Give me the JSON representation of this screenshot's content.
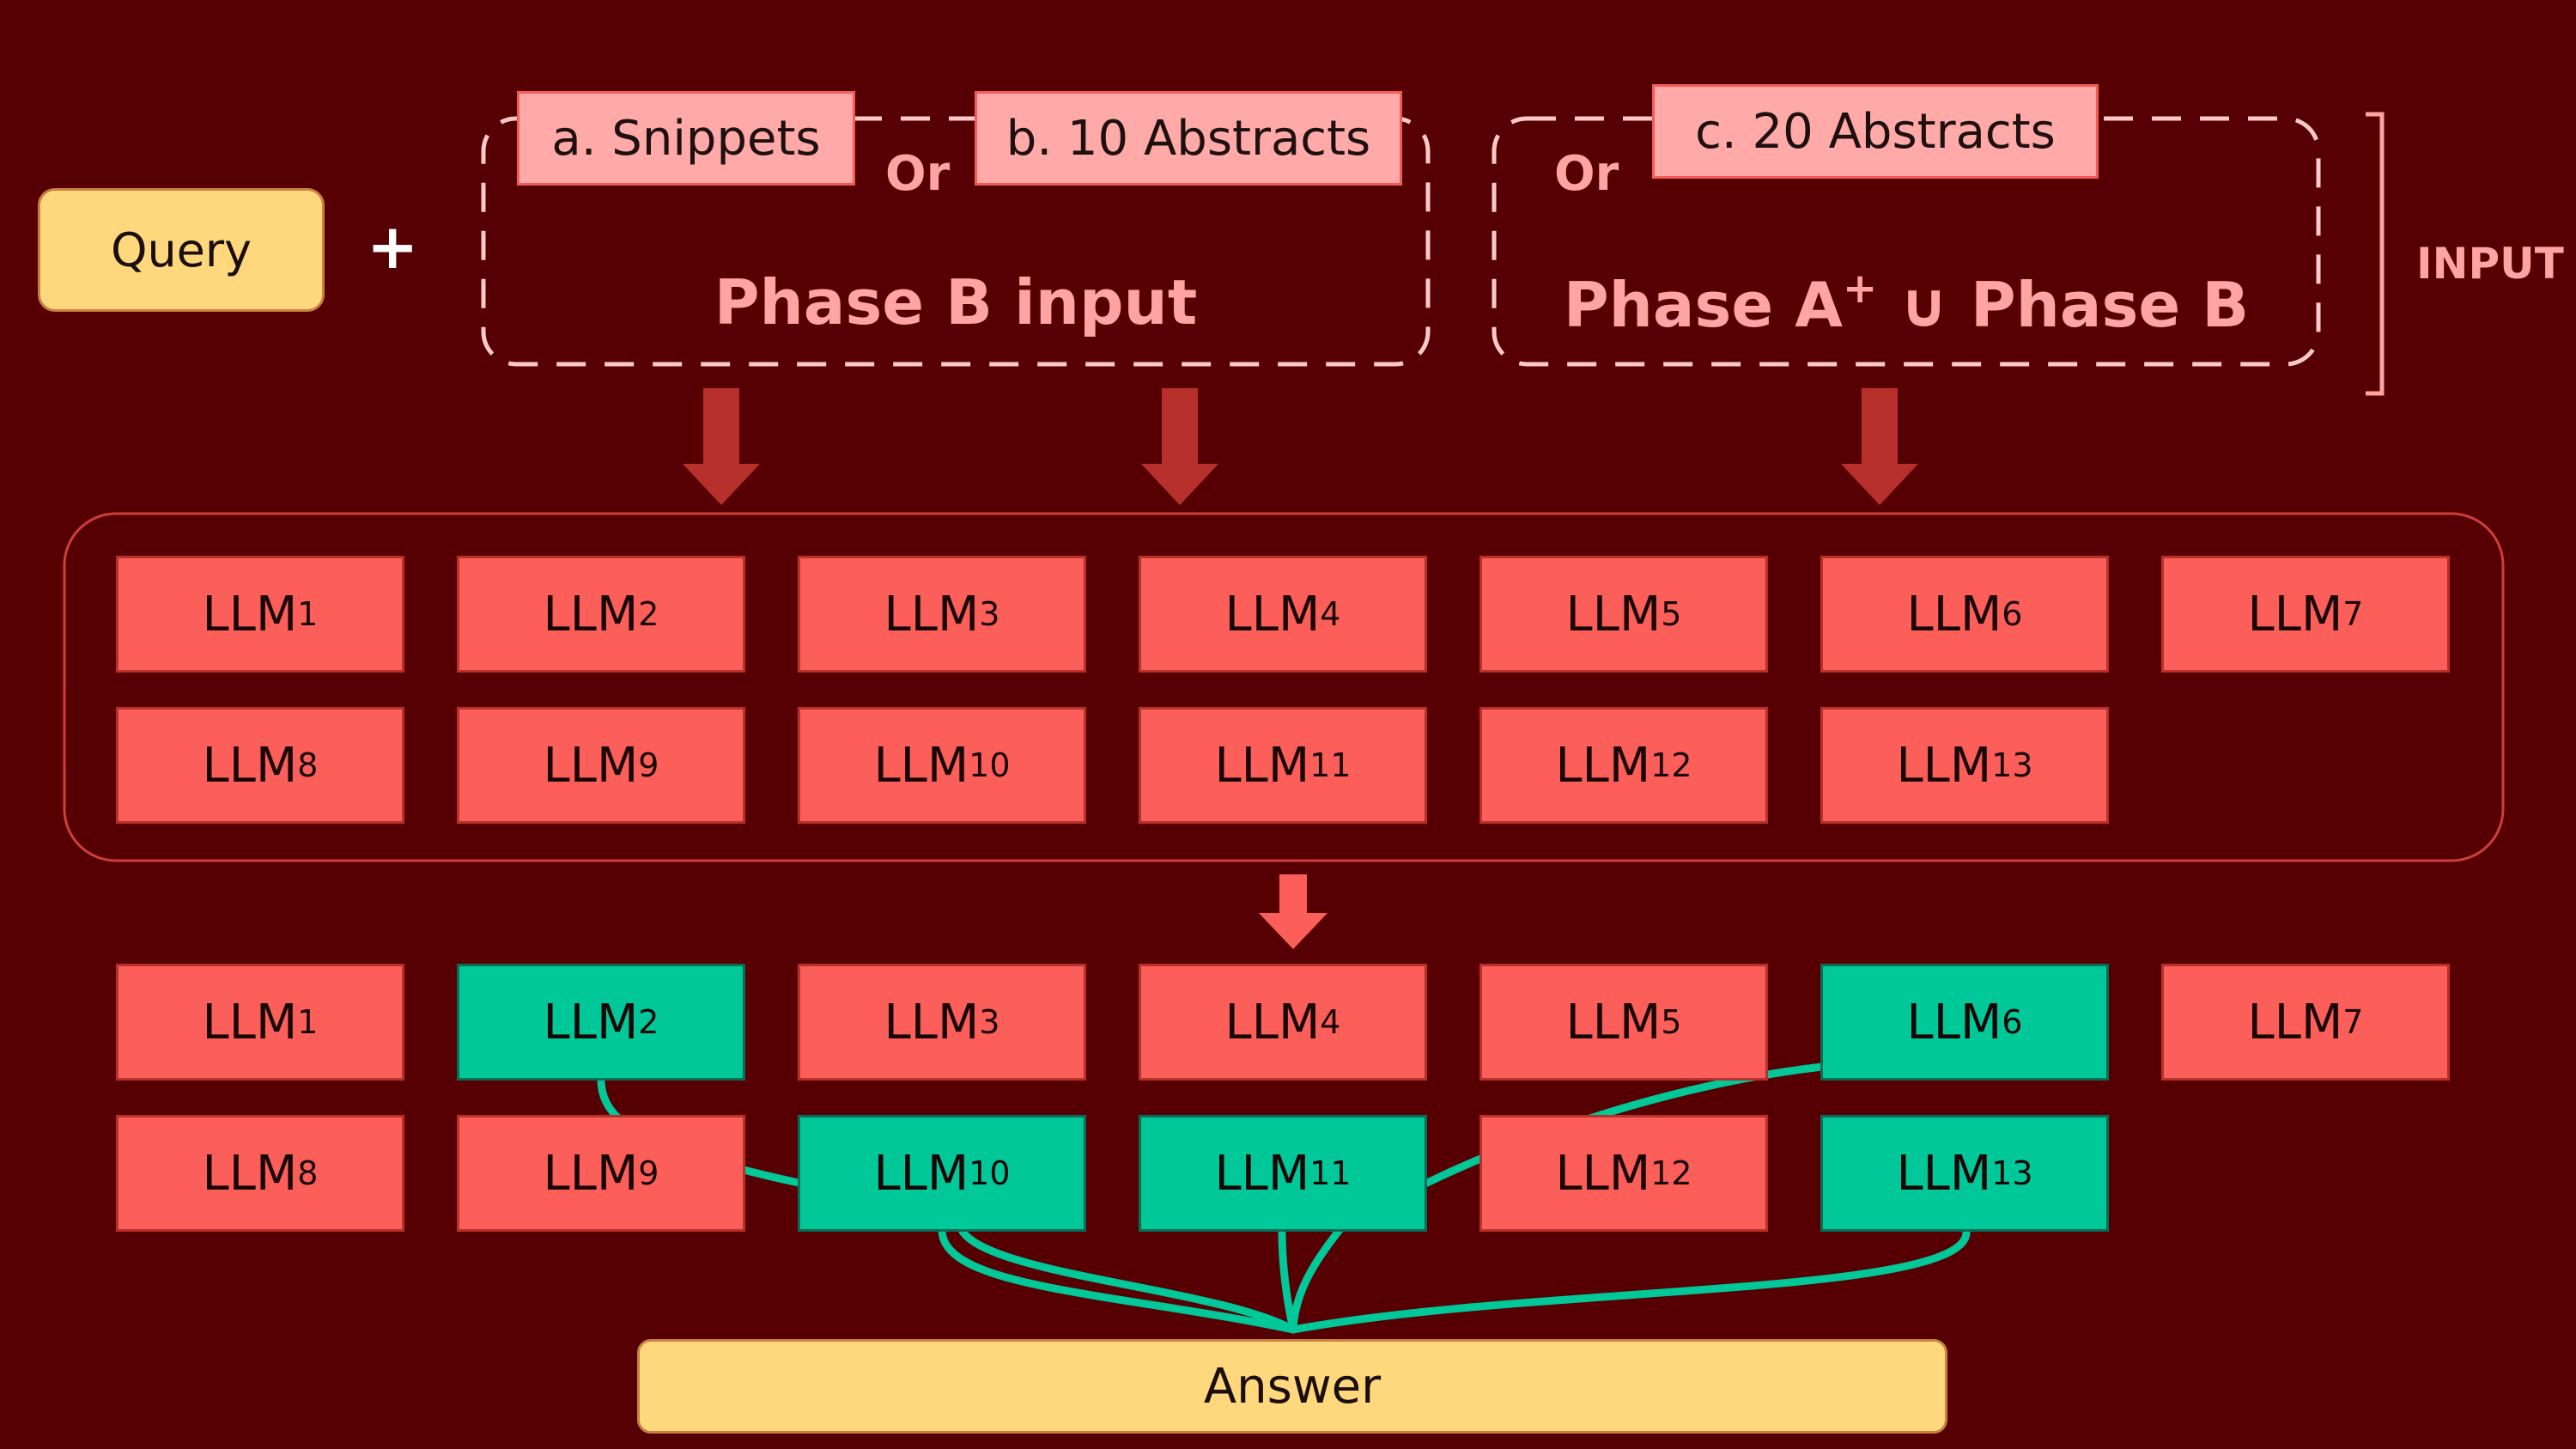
{
  "query_label": "Query",
  "plus_sign": "+",
  "input_options": {
    "a": "a. Snippets",
    "b": "b. 10 Abstracts",
    "c": "c. 20 Abstracts",
    "or_1": "Or",
    "or_2": "Or"
  },
  "phase_b_input": "Phase B input",
  "phase_union": {
    "left": "Phase A",
    "sup": "+",
    "op": "∪",
    "right": "Phase B"
  },
  "input_label": "INPUT",
  "llm_base": "LLM",
  "ensemble": [
    "1",
    "2",
    "3",
    "4",
    "5",
    "6",
    "7",
    "8",
    "9",
    "10",
    "11",
    "12",
    "13"
  ],
  "selection": [
    {
      "id": "1",
      "selected": false
    },
    {
      "id": "2",
      "selected": true
    },
    {
      "id": "3",
      "selected": false
    },
    {
      "id": "4",
      "selected": false
    },
    {
      "id": "5",
      "selected": false
    },
    {
      "id": "6",
      "selected": true
    },
    {
      "id": "7",
      "selected": false
    },
    {
      "id": "8",
      "selected": false
    },
    {
      "id": "9",
      "selected": false
    },
    {
      "id": "10",
      "selected": true
    },
    {
      "id": "11",
      "selected": true
    },
    {
      "id": "12",
      "selected": false
    },
    {
      "id": "13",
      "selected": true
    }
  ],
  "answer_label": "Answer",
  "colors": {
    "background": "#560003",
    "llm": "#fc5f5a",
    "selected": "#00c899",
    "query": "#ffd87e",
    "arrow": "#b8302b",
    "dashed": "#ffc9c8"
  }
}
